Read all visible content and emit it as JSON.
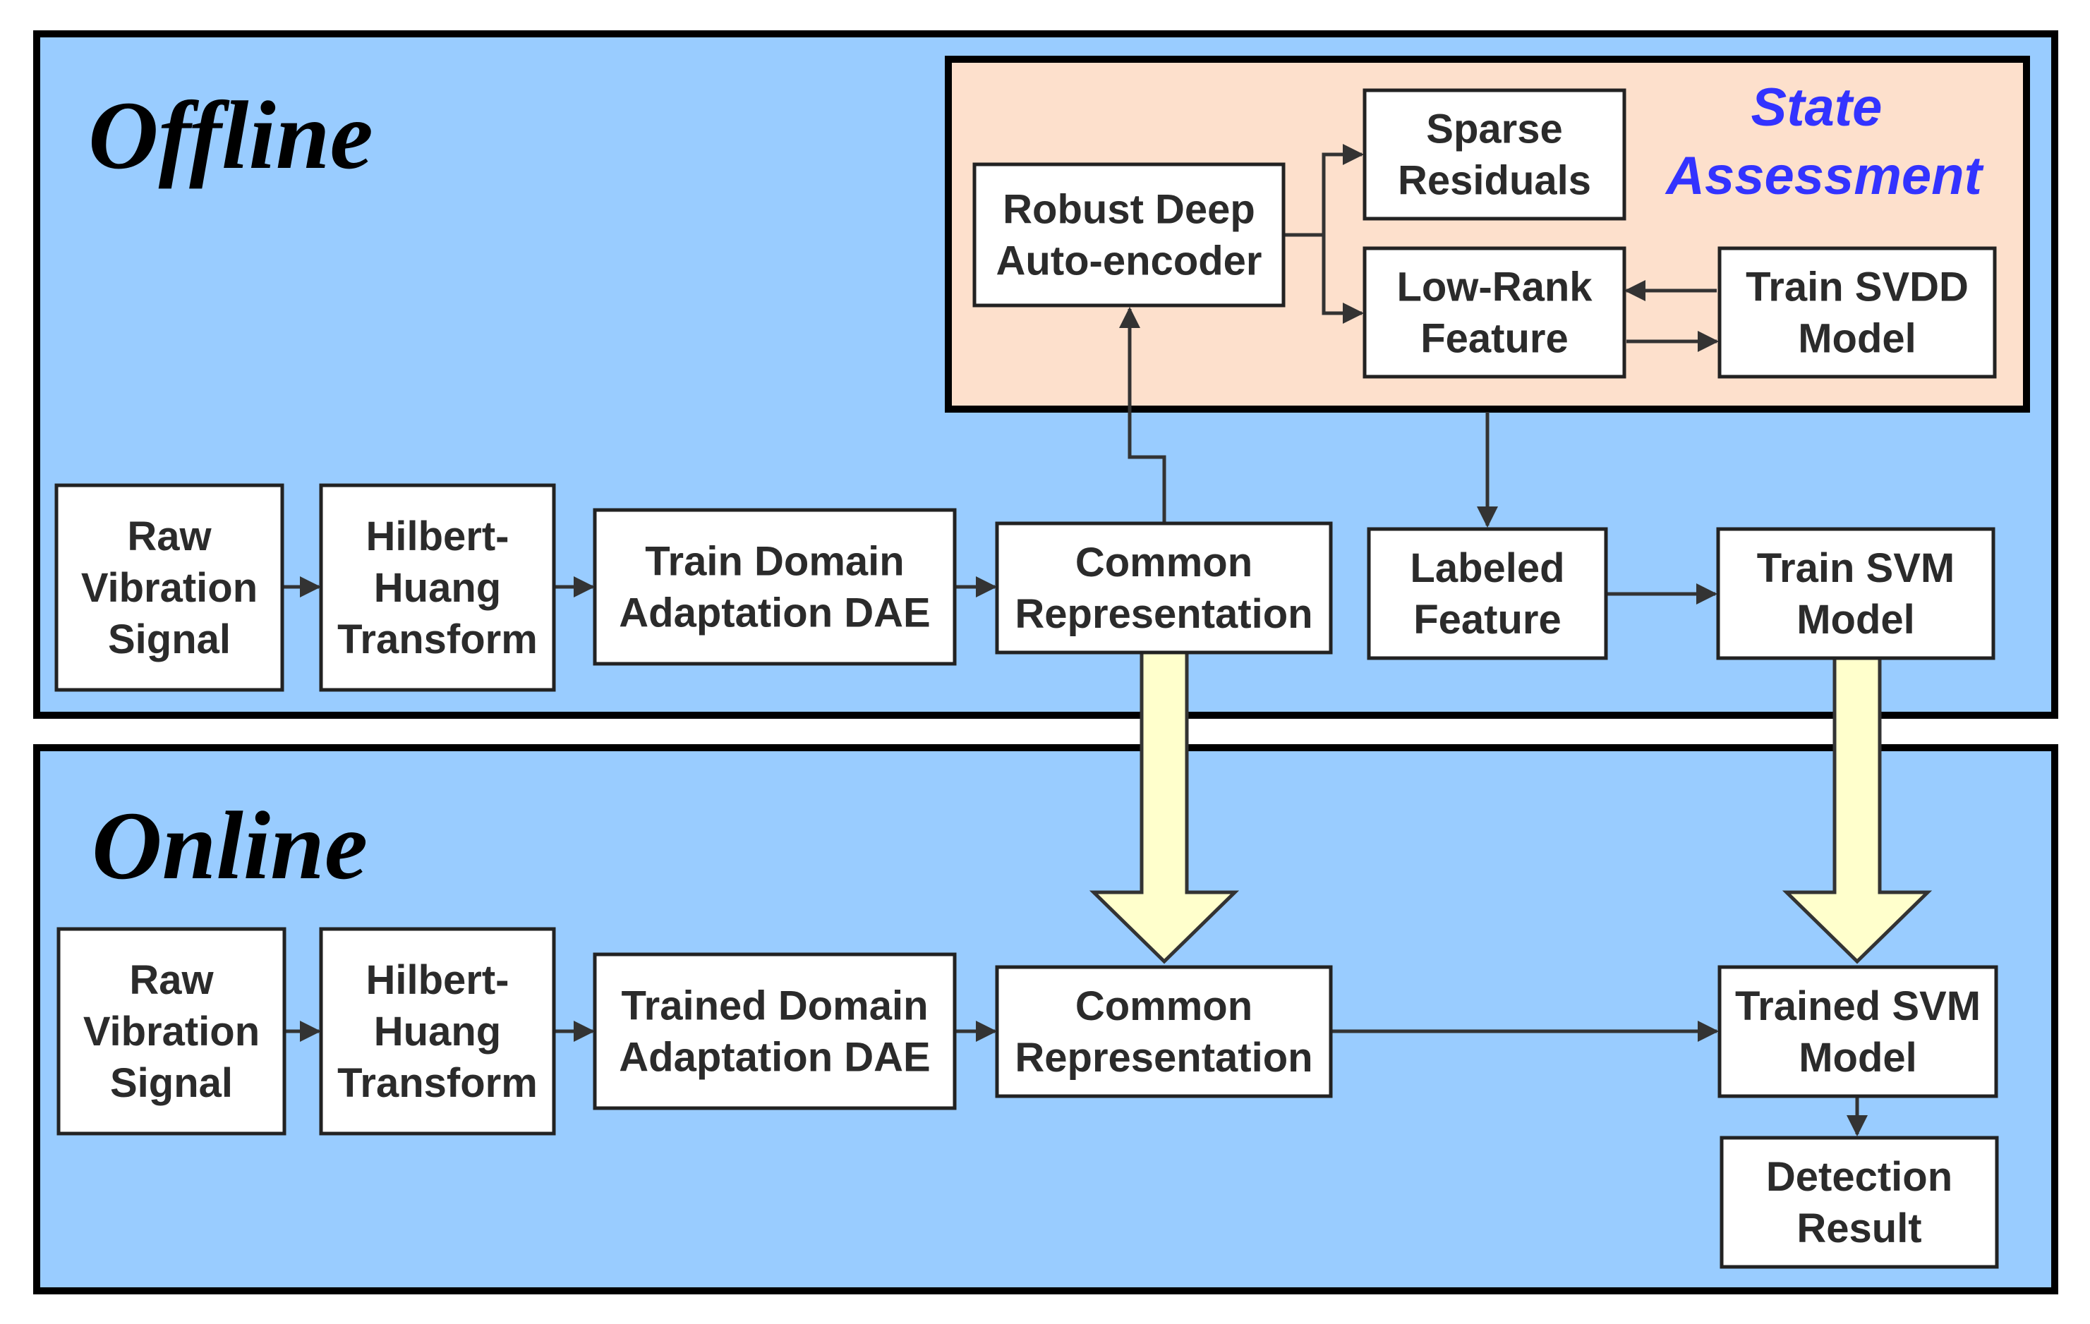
{
  "panels": {
    "offline": {
      "label": "Offline"
    },
    "online": {
      "label": "Online"
    },
    "state_assessment": {
      "label_lines": [
        "State",
        "Assessment"
      ]
    }
  },
  "boxes": {
    "off_raw": {
      "lines": [
        "Raw",
        "Vibration",
        "Signal"
      ]
    },
    "off_hht": {
      "lines": [
        "Hilbert-",
        "Huang",
        "Transform"
      ]
    },
    "off_dae": {
      "lines": [
        "Train  Domain",
        "Adaptation DAE"
      ]
    },
    "off_common": {
      "lines": [
        "Common",
        "Representation"
      ]
    },
    "rdae": {
      "lines": [
        "Robust Deep",
        "Auto-encoder"
      ]
    },
    "sparse": {
      "lines": [
        "Sparse",
        "Residuals"
      ]
    },
    "lowrank": {
      "lines": [
        "Low-Rank",
        "Feature"
      ]
    },
    "svdd": {
      "lines": [
        "Train SVDD",
        "Model"
      ]
    },
    "labeled": {
      "lines": [
        "Labeled",
        "Feature"
      ]
    },
    "train_svm": {
      "lines": [
        "Train SVM",
        "Model"
      ]
    },
    "on_raw": {
      "lines": [
        "Raw",
        "Vibration",
        "Signal"
      ]
    },
    "on_hht": {
      "lines": [
        "Hilbert-",
        "Huang",
        "Transform"
      ]
    },
    "on_dae": {
      "lines": [
        "Trained  Domain",
        "Adaptation DAE"
      ]
    },
    "on_common": {
      "lines": [
        "Common",
        "Representation"
      ]
    },
    "trained_svm": {
      "lines": [
        "Trained SVM",
        "Model"
      ]
    },
    "detection": {
      "lines": [
        "Detection",
        "Result"
      ]
    }
  },
  "colors": {
    "panel_fill": "#99ccff",
    "state_assessment_fill": "#fde0cc",
    "state_assessment_text": "#3333ff",
    "big_arrow_fill": "#ffffcc"
  }
}
